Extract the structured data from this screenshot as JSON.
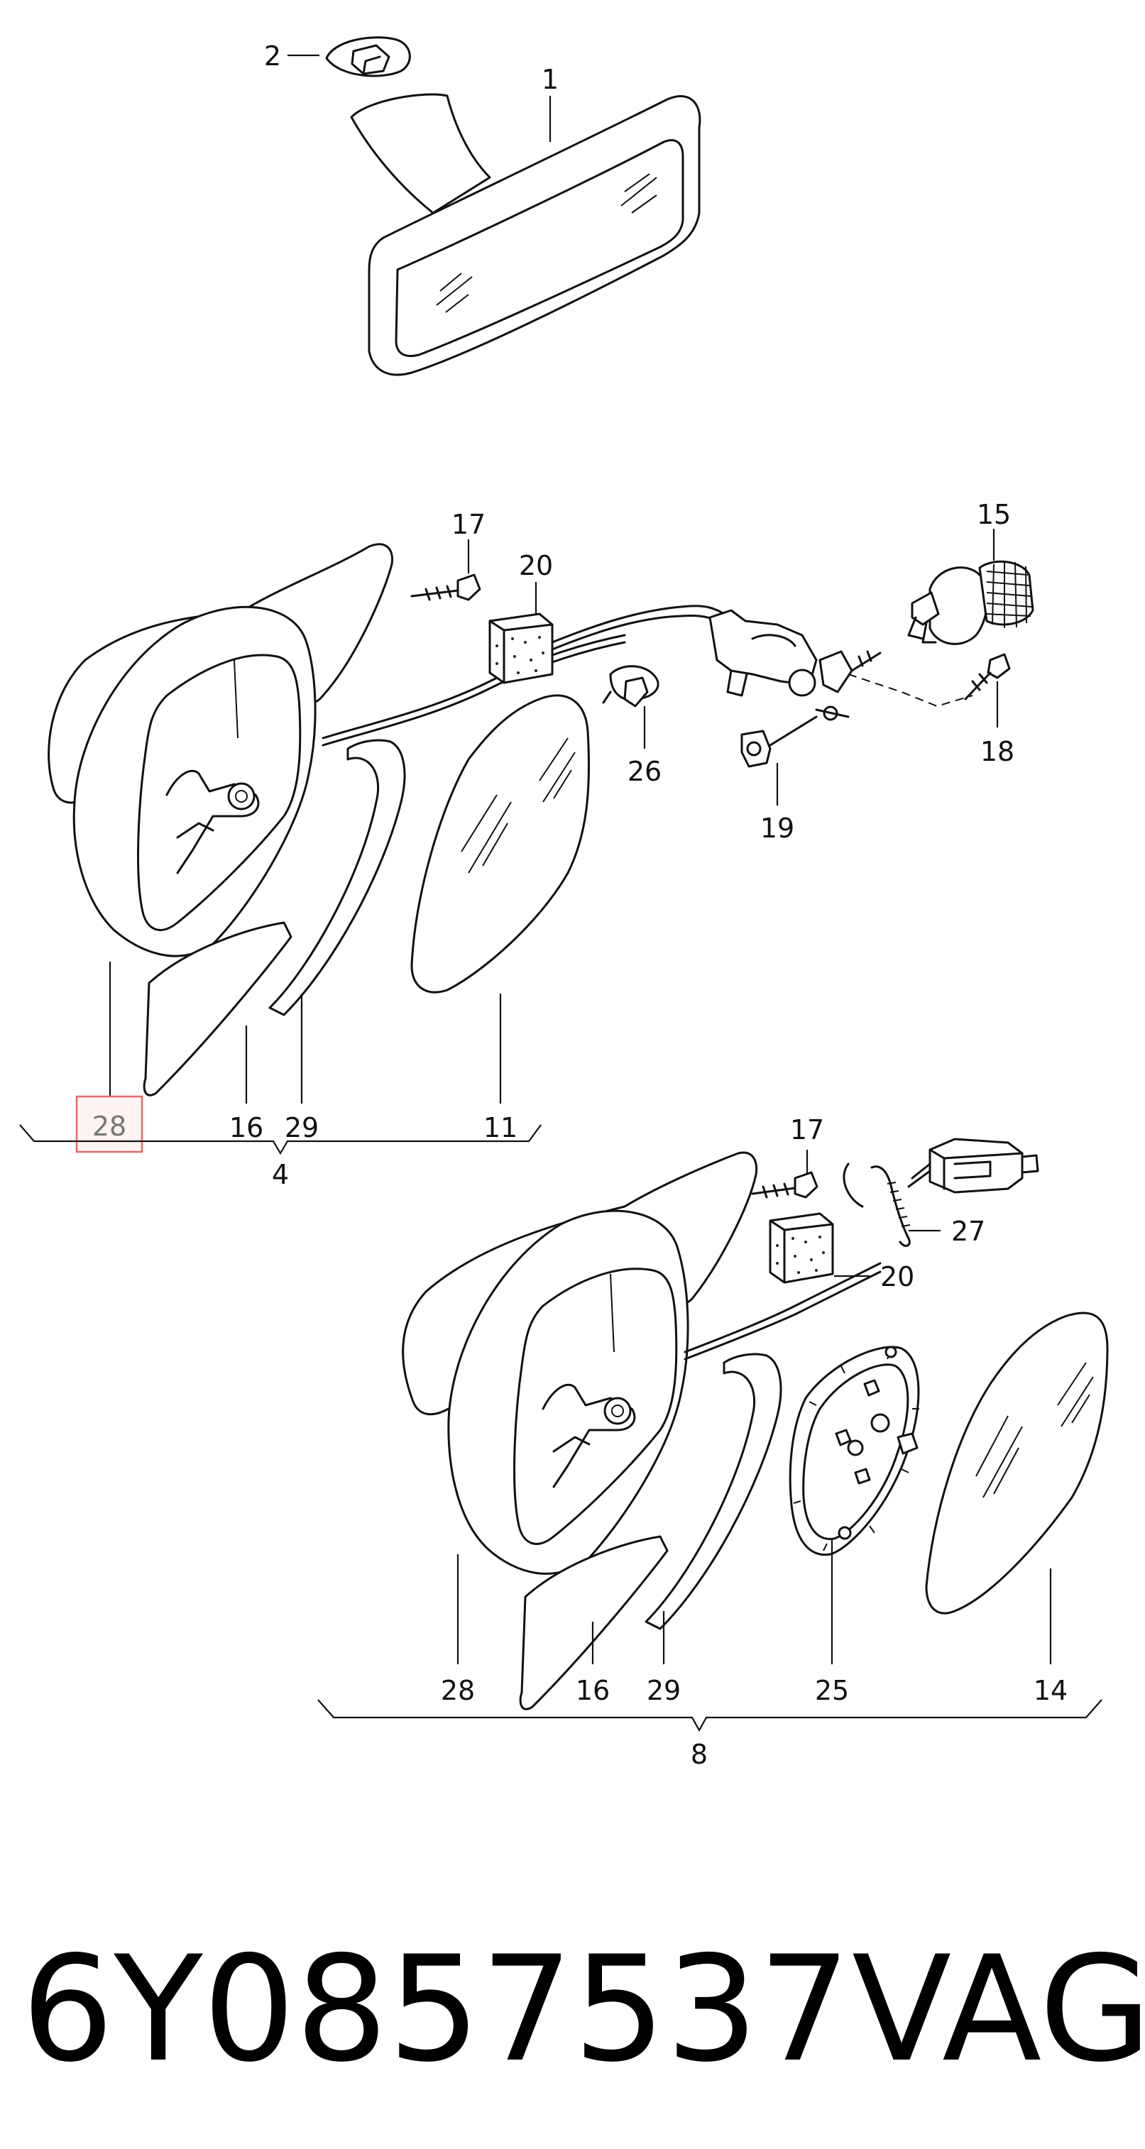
{
  "diagram": {
    "callouts": {
      "c1": "1",
      "c2": "2",
      "c17a": "17",
      "c20a": "20",
      "c15": "15",
      "c18": "18",
      "c26": "26",
      "c19": "19",
      "c28a": "28",
      "c16a": "16",
      "c29a": "29",
      "c11": "11",
      "c4": "4",
      "c17b": "17",
      "c27": "27",
      "c20b": "20",
      "c28b": "28",
      "c16b": "16",
      "c29b": "29",
      "c25": "25",
      "c14": "14",
      "c8": "8"
    },
    "highlighted_callout": "28"
  },
  "footer": {
    "part_number": "6Y0857537",
    "brand": "VAG"
  }
}
